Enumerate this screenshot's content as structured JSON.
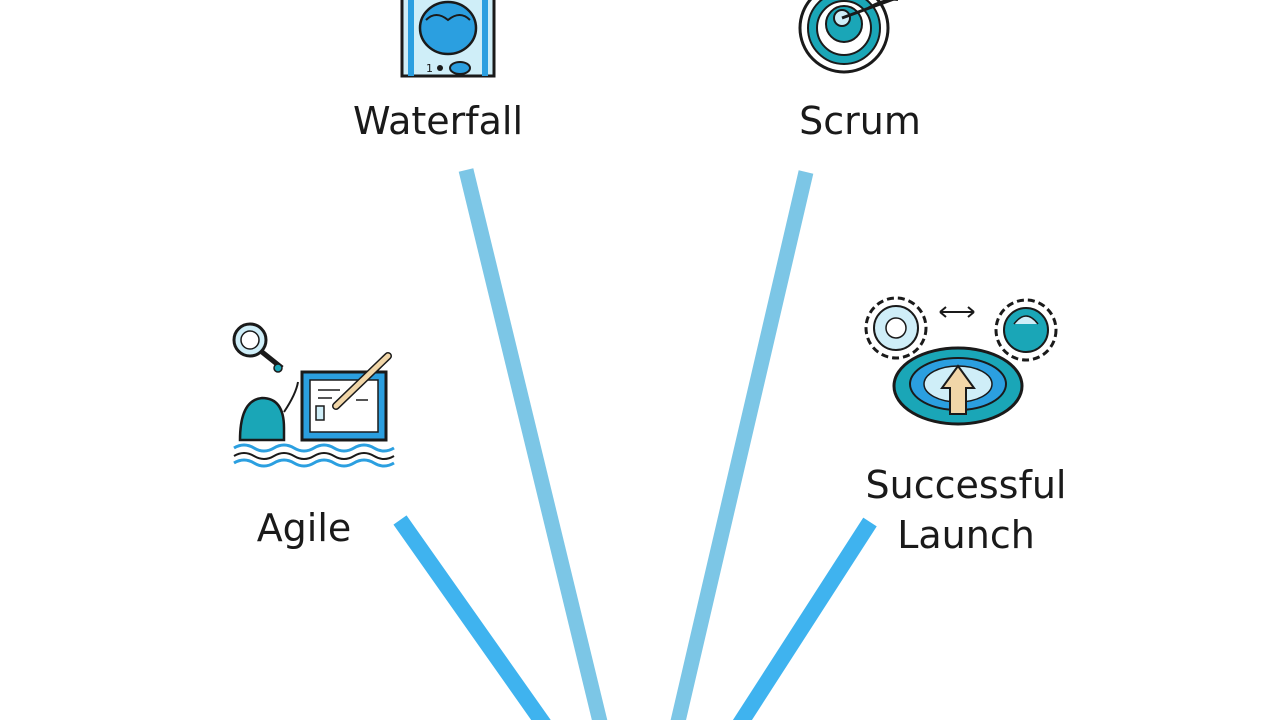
{
  "diagram": {
    "colors": {
      "connector_light": "#7cc6e6",
      "connector_strong": "#3fb3ef",
      "icon_teal": "#1aa6b7",
      "icon_blue": "#2b9fe0",
      "icon_pale": "#cfeef8",
      "ink": "#1a1a1a"
    },
    "nodes": [
      {
        "id": "waterfall",
        "label": "Waterfall",
        "icon": "waterfall-icon"
      },
      {
        "id": "scrum",
        "label": "Scrum",
        "icon": "target-icon"
      },
      {
        "id": "agile",
        "label": "Agile",
        "icon": "whiteboard-icon"
      },
      {
        "id": "launch",
        "label": "Successful\nLaunch",
        "icon": "launch-gears-icon"
      }
    ]
  }
}
